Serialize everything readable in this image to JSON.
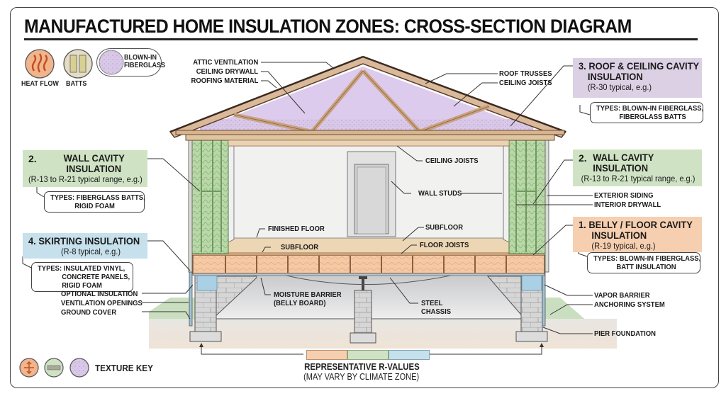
{
  "title": "MANUFACTURED HOME INSULATION ZONES: CROSS-SECTION DIAGRAM",
  "legend_top": {
    "items": [
      {
        "icon": "heat-flow-icon",
        "label": "HEAT FLOW",
        "color": "#f2b48c"
      },
      {
        "icon": "batts-icon",
        "label": "BATTS",
        "color": "#e4dcc4"
      },
      {
        "icon": "blown-in-fiberglass-icon",
        "label": "BLOWN-IN FIBERGLASS",
        "label_lines": [
          "BLOWN-IN",
          "FIBERGLASS"
        ],
        "color": "#d8c8e6"
      }
    ]
  },
  "roof_labels_left": [
    "ATTIC VENTILATION",
    "CEILING DRYWALL",
    "ROOFING MATERIAL"
  ],
  "roof_labels_right": [
    "ROOF TRUSSES",
    "CEILING JOISTS"
  ],
  "zones": {
    "roof": {
      "number": "3.",
      "title_lines": [
        "3. ROOF & CEILING CAVITY",
        "INSULATION"
      ],
      "rvalue": "(R-30 typical, e.g.)",
      "types_lines": [
        "TYPES: BLOWN-IN FIBERGLASS,",
        "FIBERGLASS BATTS"
      ],
      "color": "#dcd0e4"
    },
    "wall_left": {
      "number": "2.",
      "title_lines": [
        "WALL CAVITY",
        "INSULATION"
      ],
      "rvalue": "(R-13 to R-21 typical range, e.g.)",
      "types_lines": [
        "TYPES: FIBERGLASS BATTS,",
        "RIGID FOAM"
      ],
      "color": "#cfe3c4"
    },
    "wall_right": {
      "number": "2.",
      "title_lines": [
        "WALL CAVITY",
        "INSULATION"
      ],
      "rvalue": "(R-13 to R-21 typical range, e.g.)",
      "color": "#cfe3c4"
    },
    "skirting": {
      "number": "4.",
      "title": "4.  SKIRTING INSULATION",
      "rvalue": "(R-8 typical, e.g.)",
      "types_lines": [
        "TYPES: INSULATED VINYL,",
        "CONCRETE PANELS,",
        "RIGID FOAM"
      ],
      "color": "#c6e0ec"
    },
    "belly": {
      "number": "1.",
      "title_lines": [
        "1.  BELLY / FLOOR CAVITY",
        "INSULATION"
      ],
      "rvalue": "(R-19 typical, e.g.)",
      "types_lines": [
        "TYPES: BLOWN-IN FIBERGLASS,",
        "BATT INSULATION"
      ],
      "color": "#f6cfb0"
    }
  },
  "interior_labels": {
    "ceiling_joists": "CEILING JOISTS",
    "wall_studs": "WALL STUDS",
    "finished_floor": "FINISHED FLOOR",
    "subfloor_left": "SUBFLOOR",
    "subfloor_right": "SUBFLOOR",
    "floor_joists": "FLOOR JOISTS",
    "moisture_barrier": [
      "MOISTURE BARRIER",
      "(BELLY BOARD)"
    ],
    "steel_chassis": [
      "STEEL",
      "CHASSIS"
    ]
  },
  "left_labels": [
    "OPTIONAL INSULATION",
    "VENTILATION OPENINGS",
    "GROUND COVER"
  ],
  "right_labels": [
    "EXTERIOR SIDING",
    "INTERIOR DRYWALL",
    "VAPOR BARRIER",
    "ANCHORING SYSTEM",
    "PIER FOUNDATION"
  ],
  "texture_key": {
    "label": "TEXTURE KEY",
    "swatches": [
      {
        "icon": "heat-flow-icon",
        "color": "#f2b48c"
      },
      {
        "icon": "batts-icon",
        "color": "#cfe3c4"
      },
      {
        "icon": "blown-in-fiberglass-icon",
        "color": "#d8c8e6"
      }
    ]
  },
  "rvalue_bar": {
    "title": "REPRESENTATIVE R-VALUES",
    "subtitle": "(MAY VARY BY CLIMATE ZONE)",
    "segments": [
      {
        "color": "#f6cfb0"
      },
      {
        "color": "#cfe3c4"
      },
      {
        "color": "#c6e0ec"
      }
    ]
  }
}
